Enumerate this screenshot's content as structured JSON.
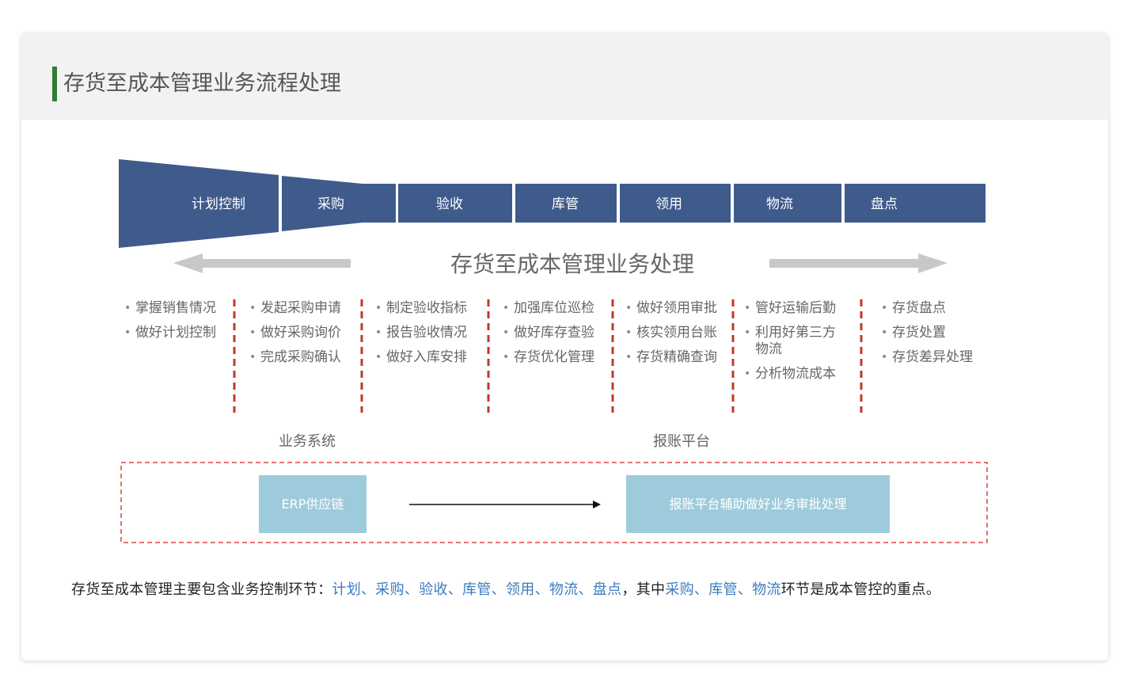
{
  "header": {
    "title": "存货至成本管理业务流程处理"
  },
  "flow": {
    "stages": [
      "计划控制",
      "采购",
      "验收",
      "库管",
      "领用",
      "物流",
      "盘点"
    ],
    "title": "存货至成本管理业务处理"
  },
  "columns": [
    {
      "items": [
        "掌握销售情况",
        "做好计划控制"
      ]
    },
    {
      "items": [
        "发起采购申请",
        "做好采购询价",
        "完成采购确认"
      ]
    },
    {
      "items": [
        "制定验收指标",
        "报告验收情况",
        "做好入库安排"
      ]
    },
    {
      "items": [
        "加强库位巡检",
        "做好库存查验",
        "存货优化管理"
      ]
    },
    {
      "items": [
        "做好领用审批",
        "核实领用台账",
        "存货精确查询"
      ]
    },
    {
      "items": [
        "管好运输后勤",
        "利用好第三方物流",
        "分析物流成本"
      ]
    },
    {
      "items": [
        "存货盘点",
        "存货处置",
        "存货差异处理"
      ]
    }
  ],
  "systems": {
    "left_label": "业务系统",
    "right_label": "报账平台",
    "erp_box": "ERP供应链",
    "platform_box": "报账平台辅助做好业务审批处理"
  },
  "summary": {
    "prefix": "存货至成本管理主要包含业务控制环节：",
    "stages_text": "计划、采购、验收、库管、领用、物流、盘点",
    "middle": "，其中",
    "key_text": "采购、库管、物流",
    "suffix": "环节是成本管控的重点。"
  },
  "colors": {
    "stage_fill": "#3f5b8c",
    "accent_green": "#2e7d32",
    "divider_red": "#c0392b",
    "box_fill": "#9ecbdc",
    "highlight_blue": "#3d7bbd",
    "arrow_gray": "#c8c8c8"
  }
}
